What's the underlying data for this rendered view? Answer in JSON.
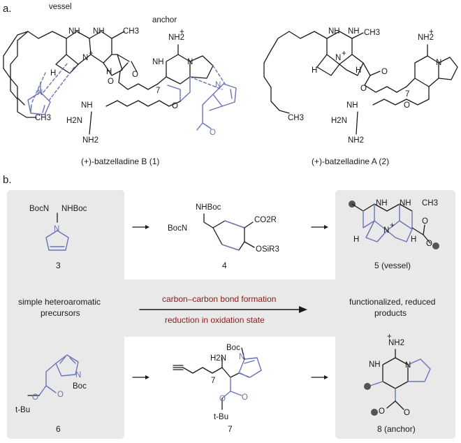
{
  "colors": {
    "blue": "#6a72b6",
    "red": "#8b1a1a",
    "panel": "#e9e9e9"
  },
  "section_a": {
    "label": "a.",
    "vessel_label": "vessel",
    "anchor_label": "anchor",
    "caption_1": "(+)-batzelladine B (1)",
    "caption_2": "(+)-batzelladine A (2)",
    "atoms": {
      "NH": "NH",
      "N": "N",
      "Nplus": "N",
      "plus": "+",
      "CH3": "CH3",
      "NH2": "NH2",
      "H": "H",
      "O": "O",
      "n7": "7"
    }
  },
  "section_b": {
    "label": "b.",
    "compound_3": "3",
    "compound_4": "4",
    "compound_5": "5 (vessel)",
    "compound_6": "6",
    "compound_7": "7",
    "compound_8": "8 (anchor)",
    "left_text_1": "simple heteroaromatic",
    "left_text_2": "precursors",
    "center_text_1": "carbon–carbon bond formation",
    "center_text_2": "reduction in oxidation state",
    "right_text_1": "functionalized, reduced",
    "right_text_2": "products",
    "labels": {
      "BocN": "BocN",
      "NHBoc": "NHBoc",
      "CO2R": "CO2R",
      "OSiR3": "OSiR3",
      "Boc": "Boc",
      "tBu": "t-Bu",
      "H2N": "H2N"
    }
  }
}
